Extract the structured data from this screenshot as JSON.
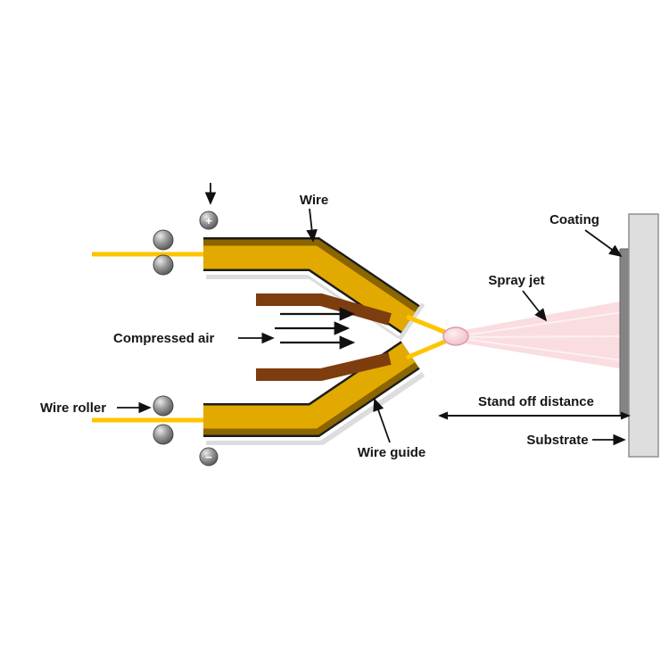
{
  "diagram": {
    "labels": {
      "wire": "Wire",
      "coating": "Coating",
      "spray_jet": "Spray jet",
      "compressed_air": "Compressed air",
      "wire_roller": "Wire roller",
      "wire_guide": "Wire guide",
      "stand_off_distance": "Stand off distance",
      "substrate": "Substrate",
      "plus": "+",
      "minus": "−"
    },
    "colors": {
      "wire_yellow": "#FFC400",
      "guide_gold": "#E2A900",
      "guide_dark_edge": "#8A6500",
      "nozzle_brown": "#7E3D0E",
      "spray_pink": "#F9D9DE",
      "droplet_pink": "#F2BCC6",
      "substrate_gray": "#DEDEDE",
      "coating_gray": "#848484",
      "label_text": "#161616"
    }
  }
}
